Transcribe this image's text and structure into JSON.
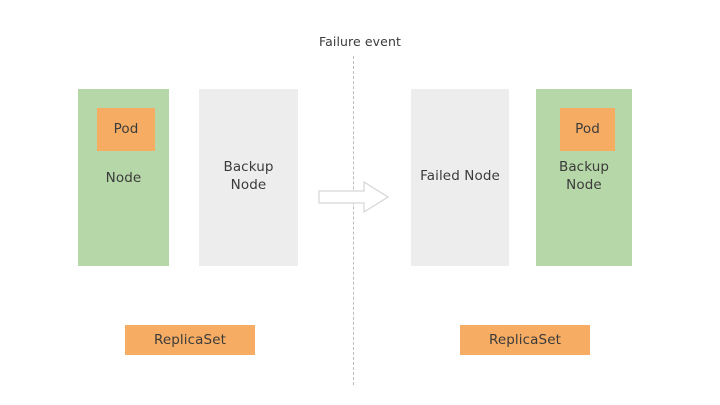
{
  "diagram": {
    "title_note": "Failure event",
    "colors": {
      "node_active": "#b6d7a8",
      "node_inactive": "#ededed",
      "pod": "#f6ad63",
      "replicaset": "#f6ad63",
      "text": "#3b3b3b",
      "divider": "#bdbdbd",
      "arrow_stroke": "#d4d4d4",
      "arrow_fill": "#ffffff",
      "background": "#ffffff"
    },
    "before": {
      "nodes": [
        {
          "label": "Node",
          "state": "active",
          "pod": {
            "label": "Pod"
          }
        },
        {
          "label": "Backup\nNode",
          "label_line1": "Backup",
          "label_line2": "Node",
          "state": "inactive",
          "pod": null
        }
      ],
      "replicaset": {
        "label": "ReplicaSet"
      }
    },
    "after": {
      "nodes": [
        {
          "label": "Failed Node",
          "state": "inactive",
          "pod": null
        },
        {
          "label": "Backup\nNode",
          "label_line1": "Backup",
          "label_line2": "Node",
          "state": "active",
          "pod": {
            "label": "Pod"
          }
        }
      ],
      "replicaset": {
        "label": "ReplicaSet"
      }
    },
    "transition": {
      "icon": "right-block-arrow",
      "direction": "right"
    }
  }
}
